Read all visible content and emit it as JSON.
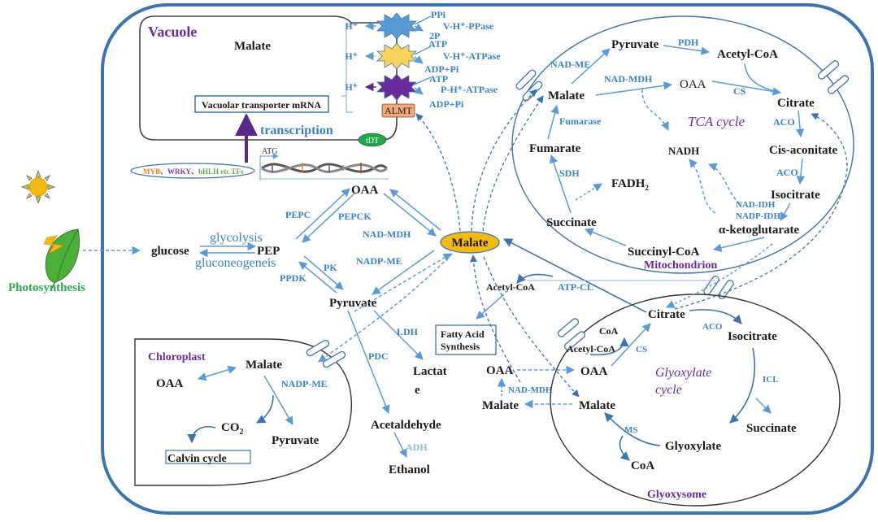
{
  "colors": {
    "cell_border": "#3e74ad",
    "enzyme_text": "#3b82c4",
    "organelle_text": "#6a2c9a",
    "malate_fill": "#f5b914",
    "almt_fill": "#f4a97a",
    "tdt_fill": "#1fa84a",
    "pump1": "#5b9bd5",
    "pump2": "#f8d35a",
    "pump3": "#6a2c9a",
    "photosynthesis": "#2faa4a"
  },
  "external": {
    "sun_icon": "sun",
    "leaf_icon": "leaf",
    "photosynthesis_label": "Photosynthesis"
  },
  "vacuole": {
    "title": "Vacuole",
    "malate": "Malate",
    "mrna_box": "Vacuolar transporter mRNA",
    "transcription": "transcription",
    "tdt": "tDT",
    "almt": "ALMT",
    "pumps": [
      {
        "h": "H⁺",
        "substrate": "PPi",
        "product": "2P",
        "name": "V-H⁺-PPase"
      },
      {
        "h": "H⁺",
        "substrate": "ATP",
        "product": "ADP+Pi",
        "name": "V-H⁺-ATPase"
      },
      {
        "h": "H⁺",
        "substrate": "ATP",
        "product": "ADP+Pi",
        "name": "P-H⁺-ATPase"
      }
    ]
  },
  "gene": {
    "tf_myb": "MYB",
    "tf_sep1": "、",
    "tf_wrky": "WRKY",
    "tf_sep2": "、",
    "tf_bhlh": "bHLH etc TFs",
    "atg": "ATG"
  },
  "cytosol": {
    "glucose": "glucose",
    "glycolysis": "glycolysis",
    "gluconeogenesis": "gluconeogeneis",
    "pep": "PEP",
    "oaa": "OAA",
    "pyruvate": "Pyruvate",
    "malate": "Malate",
    "pepc": "PEPC",
    "pepck": "PEPCK",
    "pk": "PK",
    "ppdk": "PPDK",
    "nad_mdh": "NAD-MDH",
    "nadp_me": "NADP-ME",
    "ldh": "LDH",
    "pdc": "PDC",
    "adh": "ADH",
    "lactate_1": "Lactat",
    "lactate_2": "e",
    "acetaldehyde": "Acetaldehyde",
    "ethanol": "Ethanol",
    "acetyl_coa": "Acetyl-CoA",
    "atp_cl": "ATP-CL",
    "fatty_acid_1": "Fatty Acid",
    "fatty_acid_2": "Synthesis",
    "oaa2": "OAA",
    "malate2": "Malate",
    "nad_mdh2": "NAD-MDH"
  },
  "chloroplast": {
    "title": "Chloroplast",
    "malate": "Malate",
    "oaa": "OAA",
    "nadp_me": "NADP-ME",
    "co2": "CO",
    "co2_sub": "2",
    "pyruvate": "Pyruvate",
    "calvin": "Calvin cycle"
  },
  "mitochondrion": {
    "title": "Mitochondrion",
    "cycle": "TCA cycle",
    "pyruvate": "Pyruvate",
    "pdh": "PDH",
    "acetyl_coa": "Acetyl-CoA",
    "nad_me": "NAD-ME",
    "nad_mdh": "NAD-MDH",
    "malate": "Malate",
    "oaa": "OAA",
    "cs": "CS",
    "citrate": "Citrate",
    "aco1": "ACO",
    "cis_aconitate": "Cis-aconitate",
    "aco2": "ACO",
    "isocitrate": "Isocitrate",
    "nad_idh": "NAD-IDH",
    "nadp_idh": "NADP-IDH",
    "akg": "α-ketoglutarate",
    "succinyl_coa": "Succinyl-CoA",
    "succinate": "Succinate",
    "sdh": "SDH",
    "fadh2": "FADH",
    "fadh2_sub": "2",
    "fumarate": "Fumarate",
    "fumarase": "Fumarase",
    "nadh": "NADH"
  },
  "glyoxysome": {
    "title": "Glyoxysome",
    "cycle_1": "Glyoxylate",
    "cycle_2": "cycle",
    "citrate": "Citrate",
    "aco": "ACO",
    "isocitrate": "Isocitrate",
    "icl": "ICL",
    "succinate": "Succinate",
    "glyoxylate": "Glyoxylate",
    "ms": "MS",
    "coa": "CoA",
    "malate": "Malate",
    "oaa": "OAA",
    "cs": "CS",
    "acetyl_coa": "Acetyl-CoA",
    "coa2": "CoA"
  }
}
